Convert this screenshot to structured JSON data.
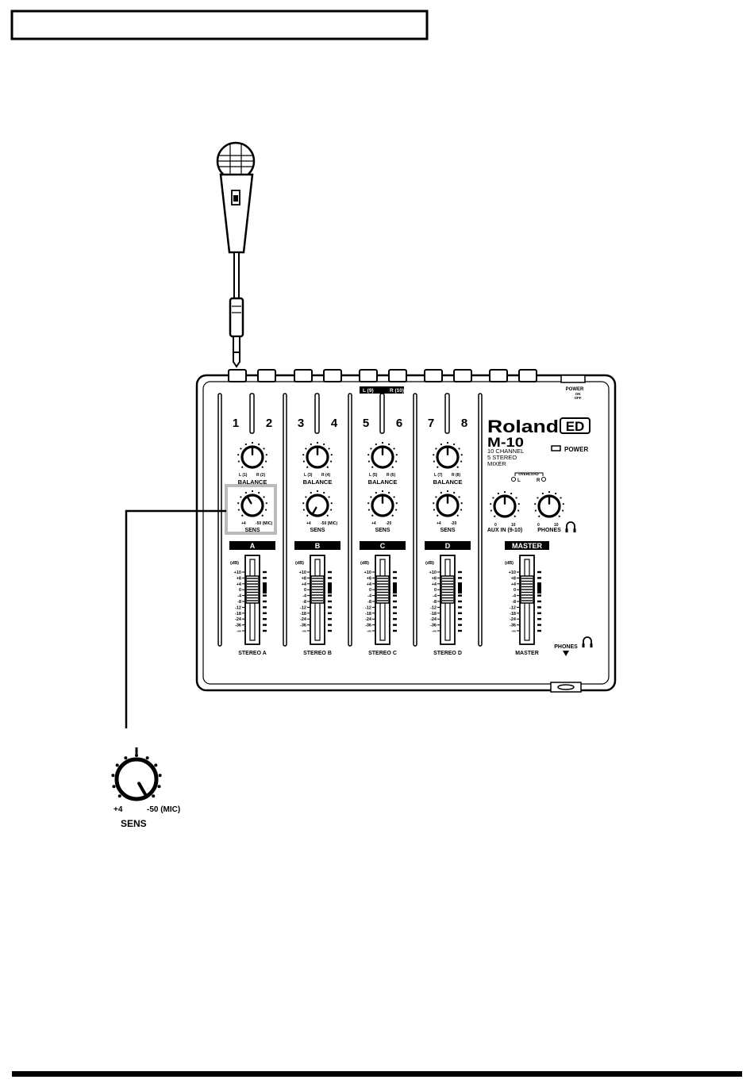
{
  "header": {
    "title_box_text": ""
  },
  "mixer": {
    "brand": "Roland",
    "brand_suffix": "ED",
    "model": "M-10",
    "description": [
      "10 CHANNEL",
      "5 STEREO",
      "MIXER"
    ],
    "power_indicator_label": "POWER",
    "power_switch": {
      "label": "POWER",
      "on": "ON",
      "off": "OFF"
    },
    "top_jack_pair_label": {
      "left": "L (9)",
      "right": "R (10)"
    },
    "channel_numbers": [
      "1",
      "2",
      "3",
      "4",
      "5",
      "6",
      "7",
      "8"
    ],
    "channels": [
      {
        "id": "A",
        "balance_label": "BALANCE",
        "bal_left": "L (1)",
        "bal_right": "R (2)",
        "sens_label": "SENS",
        "sens_min": "+4",
        "sens_max": "-50 (MIC)",
        "bottom_label": "STEREO A"
      },
      {
        "id": "B",
        "balance_label": "BALANCE",
        "bal_left": "L (3)",
        "bal_right": "R (4)",
        "sens_label": "SENS",
        "sens_min": "+4",
        "sens_max": "-50 (MIC)",
        "bottom_label": "STEREO B"
      },
      {
        "id": "C",
        "balance_label": "BALANCE",
        "bal_left": "L (5)",
        "bal_right": "R (6)",
        "sens_label": "SENS",
        "sens_min": "+4",
        "sens_max": "-20",
        "bottom_label": "STEREO C"
      },
      {
        "id": "D",
        "balance_label": "BALANCE",
        "bal_left": "L (7)",
        "bal_right": "R (8)",
        "sens_label": "SENS",
        "sens_min": "+4",
        "sens_max": "-20",
        "bottom_label": "STEREO D"
      }
    ],
    "overload": {
      "label": "OVERLOAD",
      "left": "L",
      "right": "R"
    },
    "aux_in": {
      "label": "AUX IN (9-10)",
      "min": "0",
      "max": "10"
    },
    "phones_knob": {
      "label": "PHONES",
      "min": "0",
      "max": "10"
    },
    "master": {
      "strip_label": "MASTER",
      "bottom_label": "MASTER"
    },
    "phones_jack_label": "PHONES",
    "fader_scale": {
      "unit": "(dB)",
      "ticks": [
        "+10",
        "+8",
        "+4",
        "0",
        "-4",
        "-8",
        "-12",
        "-18",
        "-24",
        "-36",
        "-∞"
      ]
    }
  },
  "callout": {
    "knob_label": "SENS",
    "min_label": "+4",
    "max_label": "-50 (MIC)"
  },
  "icons": {
    "microphone": "microphone-icon",
    "plug": "phone-plug-icon",
    "headphones": "headphones-icon"
  }
}
